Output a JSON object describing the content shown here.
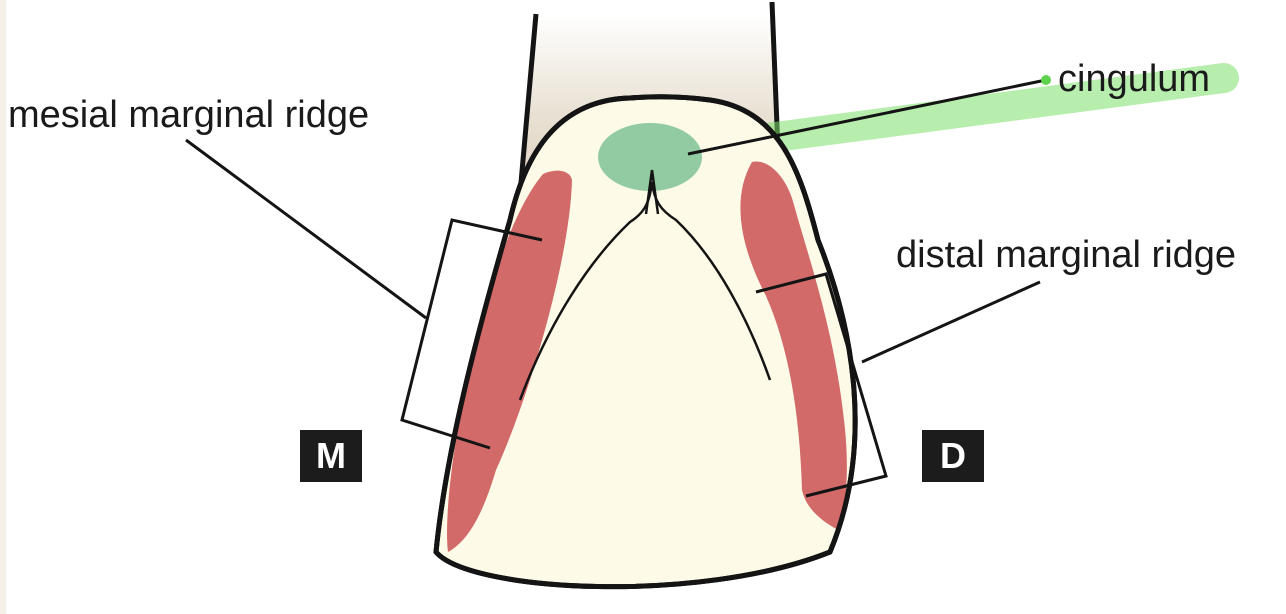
{
  "labels": {
    "mesial_marginal_ridge": "mesial marginal ridge",
    "distal_marginal_ridge": "distal marginal ridge",
    "cingulum": "cingulum"
  },
  "orientation_badges": {
    "mesial": "M",
    "distal": "D"
  },
  "colors": {
    "background_strip": "#f4efe8",
    "root": "#e4dbcc",
    "crown_fill": "#fdfbe7",
    "marginal_ridge": "#d26a6a",
    "cingulum_fill": "#7fc294",
    "cingulum_highlight": "#7ee06a",
    "outline": "#141414",
    "badge_bg": "#1c1c1c",
    "badge_text": "#ffffff"
  }
}
